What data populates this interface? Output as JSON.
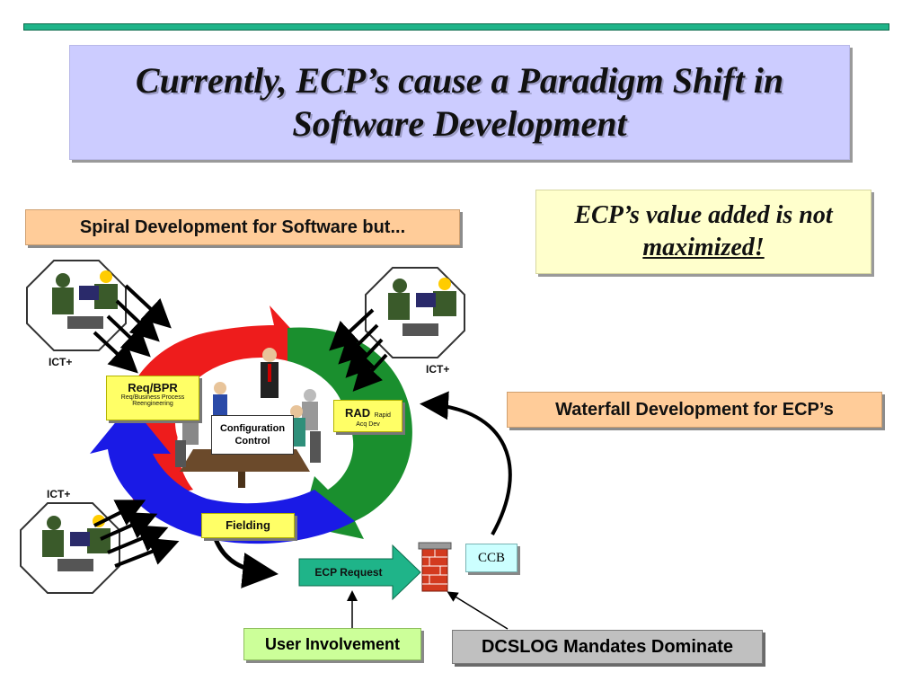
{
  "title": "Currently, ECP’s cause a Paradigm Shift  in Software Development",
  "spiral_label": "Spiral Development for Software but...",
  "value_note": {
    "line1": "ECP’s value added is not",
    "line2": "maximized!"
  },
  "waterfall_label": "Waterfall Development for ECP’s",
  "ict_labels": [
    "ICT+",
    "ICT+",
    "ICT+"
  ],
  "req_bpr": {
    "title": "Req/BPR",
    "subtitle_line1": "Req/Business Process",
    "subtitle_line2": "Reengineering"
  },
  "rad": {
    "title": "RAD",
    "sub1": "Rapid",
    "sub2": "Acq Dev"
  },
  "config_control": "Configuration Control",
  "fielding": "Fielding",
  "ecp_request": "ECP Request",
  "ccb": "CCB",
  "user_involvement": "User Involvement",
  "dcslog": "DCSLOG Mandates Dominate",
  "colors": {
    "red": "#ee1c1c",
    "green": "#1a8f2e",
    "blue": "#1a1ae6",
    "ecp_arrow": "#1fb489"
  }
}
